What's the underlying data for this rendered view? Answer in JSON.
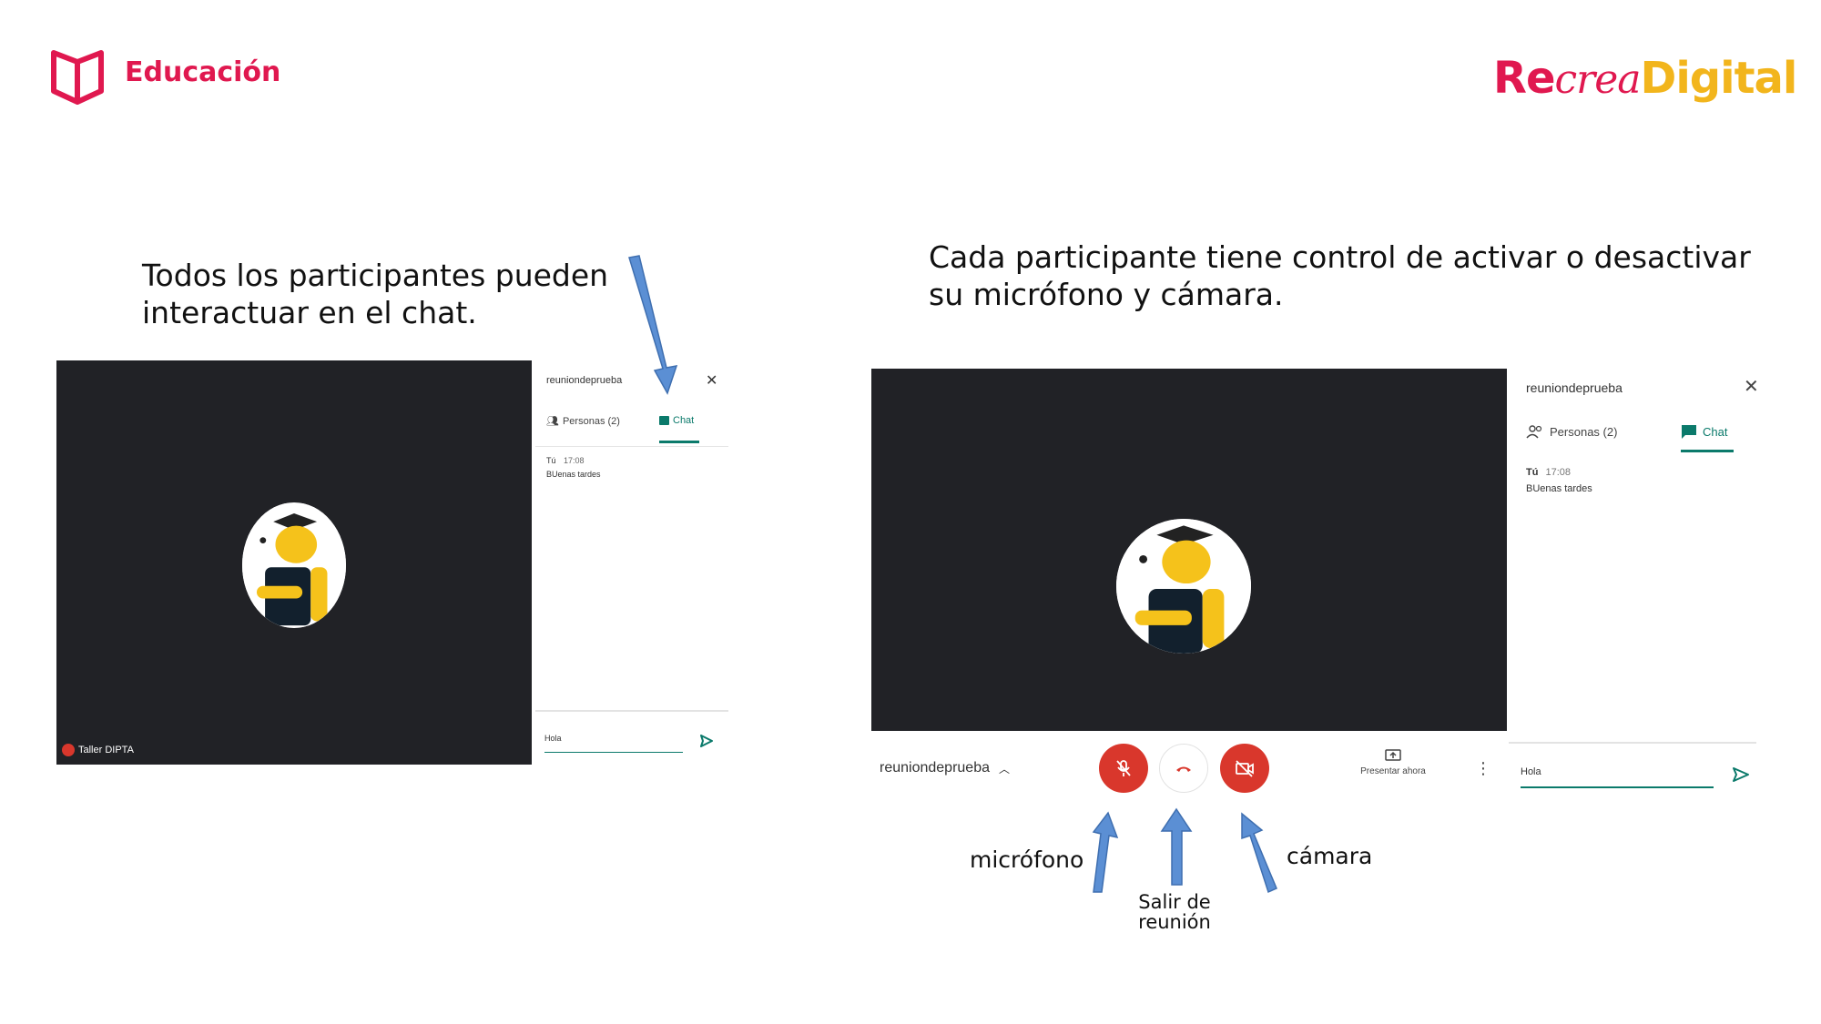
{
  "header": {
    "education_label": "Educación",
    "brand": {
      "re": "Re",
      "crea": "crea",
      "digital": "Digital"
    }
  },
  "captions": {
    "left": "Todos los participantes pueden interactuar en el chat.",
    "right": "Cada participante tiene control de activar o desactivar su micrófono y cámara."
  },
  "left_screenshot": {
    "participant_name": "Taller DIPTA",
    "panel": {
      "title": "reuniondeprueba",
      "tab_people": "Personas (2)",
      "tab_chat": "Chat",
      "message_author": "Tú",
      "message_time": "17:08",
      "message_text": "BUenas tardes",
      "input_value": "Hola"
    }
  },
  "right_screenshot": {
    "controls": {
      "meeting_name": "reuniondeprueba",
      "present_label": "Presentar ahora"
    },
    "panel": {
      "title": "reuniondeprueba",
      "tab_people": "Personas (2)",
      "tab_chat": "Chat",
      "message_author": "Tú",
      "message_time": "17:08",
      "message_text": "BUenas tardes",
      "input_value": "Hola"
    }
  },
  "annotations": {
    "microphone": "micrófono",
    "exit_line1": "Salir de",
    "exit_line2": "reunión",
    "camera": "cámara"
  },
  "colors": {
    "brand_red": "#e0184f",
    "brand_yellow": "#f2b51c",
    "meet_green": "#0b7a6b",
    "control_red": "#d9372c",
    "video_bg": "#212226",
    "arrow_blue": "#5b8fd4"
  }
}
